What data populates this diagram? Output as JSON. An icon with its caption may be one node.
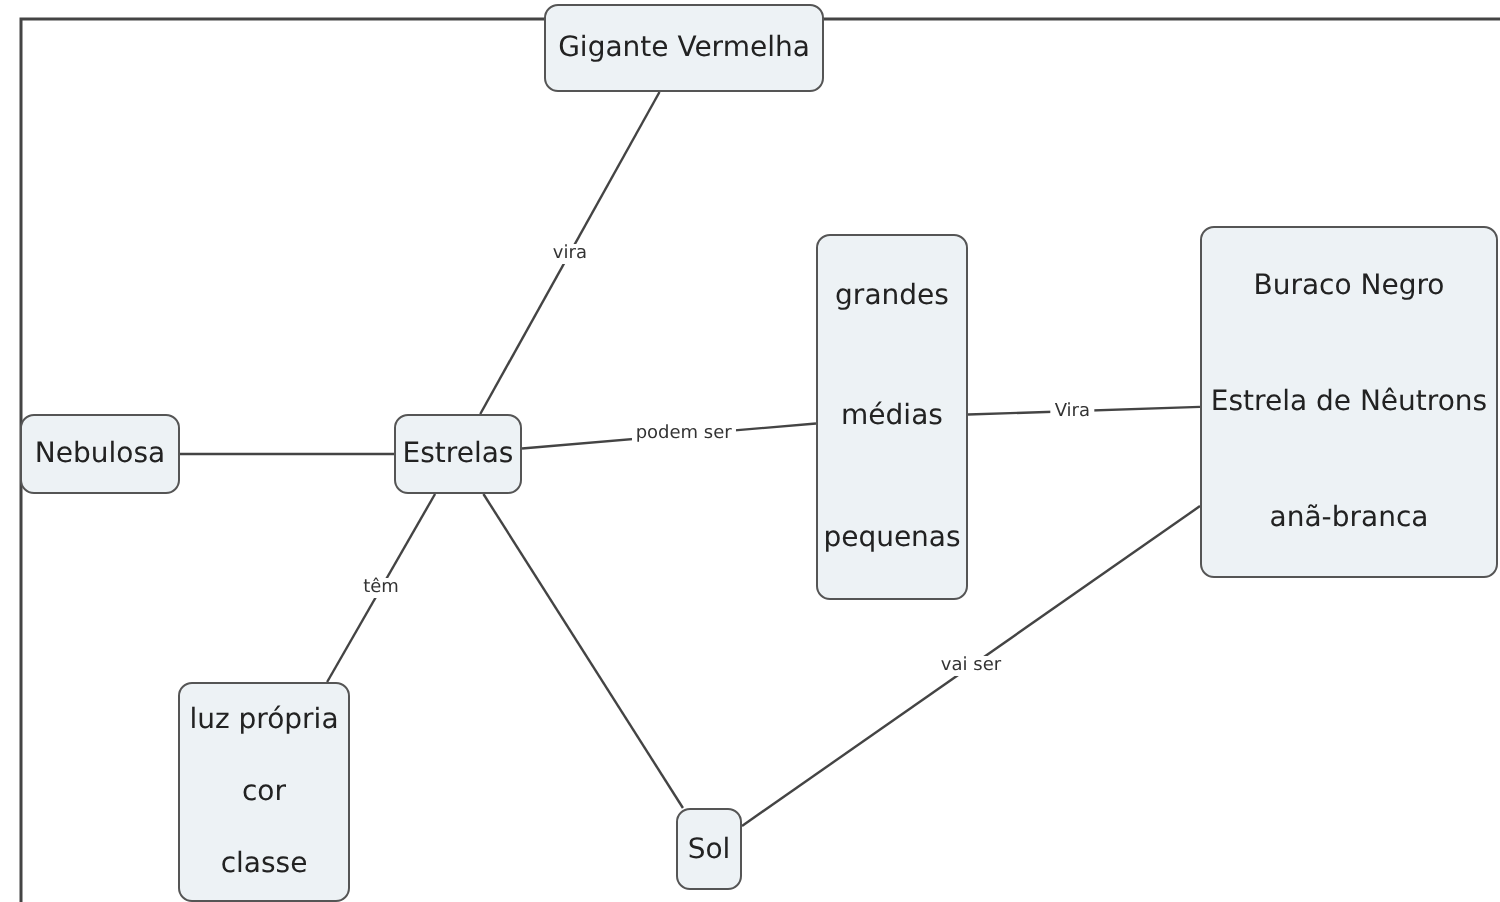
{
  "diagram": {
    "nodes": [
      {
        "text": [
          "Gigante Vermelha"
        ]
      },
      {
        "text": [
          "Nebulosa"
        ]
      },
      {
        "text": [
          "Estrelas"
        ]
      },
      {
        "text": [
          "grandes",
          "médias",
          "pequenas"
        ]
      },
      {
        "text": [
          "Buraco Negro",
          "Estrela de Nêutrons",
          "anã-branca"
        ]
      },
      {
        "text": [
          "luz própria",
          "cor",
          "classe"
        ]
      },
      {
        "text": [
          "Sol"
        ]
      }
    ],
    "edges": [
      {
        "from": 2,
        "to": 0,
        "arrow": "none",
        "label": "vira"
      },
      {
        "from": 1,
        "to": 2,
        "arrow": "none"
      },
      {
        "from": 2,
        "to": 3,
        "arrow": "none",
        "label": "podem ser"
      },
      {
        "from": 3,
        "to": 4,
        "arrow": "none",
        "label": "Vira"
      },
      {
        "from": 2,
        "to": 5,
        "arrow": "none",
        "label": "têm"
      },
      {
        "from": 2,
        "to": 6,
        "arrow": "none"
      },
      {
        "from": 6,
        "to": 4,
        "arrow": "none",
        "label": "vai ser"
      }
    ]
  }
}
